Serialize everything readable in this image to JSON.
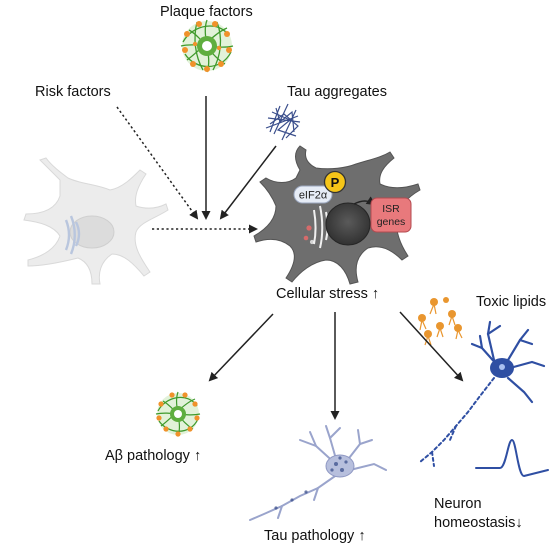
{
  "labels": {
    "plaque_factors": "Plaque factors",
    "risk_factors": "Risk factors",
    "tau_aggregates": "Tau aggregates",
    "cellular_stress": "Cellular stress ↑",
    "toxic_lipids": "Toxic lipids",
    "abeta_pathology": "Aβ pathology ↑",
    "tau_pathology": "Tau pathology ↑",
    "neuron_homeostasis_line1": "Neuron",
    "neuron_homeostasis_line2": "homeostasis↓"
  },
  "cell_labels": {
    "phospho": "P",
    "eif2a": "eIF2α",
    "isr_line1": "ISR",
    "isr_line2": "genes"
  },
  "colors": {
    "plaque_green": "#3f9a2c",
    "plaque_orange": "#f0922b",
    "stressed_cell": "#6e6e6e",
    "healthy_cell": "#ececec",
    "isr_box": "#e8797c",
    "phospho_badge": "#f5c518",
    "neuron_blue": "#2f4fa3",
    "tau_neuron": "#9aa4cc",
    "lipid_orange": "#e9962f"
  }
}
